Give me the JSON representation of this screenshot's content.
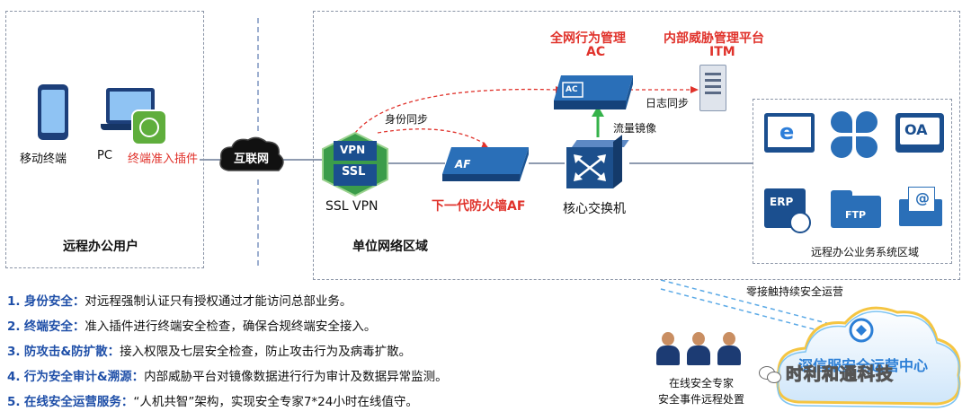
{
  "left_zone": {
    "mobile_label": "移动终端",
    "pc_label": "PC",
    "plugin_label": "终端准入插件",
    "zone_label": "远程办公用户"
  },
  "internet_label": "互联网",
  "unit_zone": {
    "zone_label": "单位网络区域",
    "ssl_vpn": {
      "icon_top": "VPN",
      "icon_bottom": "SSL",
      "label": "SSL VPN"
    },
    "identity_sync": "身份同步",
    "af": {
      "icon_text": "AF",
      "label": "下一代防火墙AF"
    },
    "ac": {
      "title_line1": "全网行为管理",
      "title_line2": "AC",
      "icon_text": "AC"
    },
    "itm": {
      "title_line1": "内部威胁管理平台",
      "title_line2": "ITM"
    },
    "log_sync": "日志同步",
    "traffic_mirror": "流量镜像",
    "core_switch": "核心交换机",
    "biz_zone": {
      "label": "远程办公业务系统区域",
      "apps": [
        "ERP",
        "FTP",
        "OA"
      ]
    }
  },
  "zero_touch": "零接触持续安全运营",
  "cloud": {
    "label": "深信服安全运营中心"
  },
  "experts": {
    "line1": "在线安全专家",
    "line2": "安全事件远程处置"
  },
  "notes": [
    {
      "num": "1.",
      "key": "身份安全：",
      "text": "对远程强制认证只有授权通过才能访问总部业务。"
    },
    {
      "num": "2.",
      "key": "终端安全：",
      "text": "准入插件进行终端安全检查，确保合规终端安全接入。"
    },
    {
      "num": "3.",
      "key": "防攻击&防扩散：",
      "text": "接入权限及七层安全检查，防止攻击行为及病毒扩散。"
    },
    {
      "num": "4.",
      "key": "行为安全审计&溯源：",
      "text": "内部威胁平台对镜像数据进行行为审计及数据异常监测。"
    },
    {
      "num": "5.",
      "key": "在线安全运营服务：",
      "text": "“人机共智”架构，实现安全专家7*24小时在线值守。"
    }
  ],
  "watermark": "时利和通科技",
  "colors": {
    "accent_red": "#e0322b",
    "note_blue": "#1f4fa8",
    "device_blue": "#1b4f8f",
    "dash_gray": "#8a94a6",
    "cloud_blue": "#2c7fd6"
  }
}
